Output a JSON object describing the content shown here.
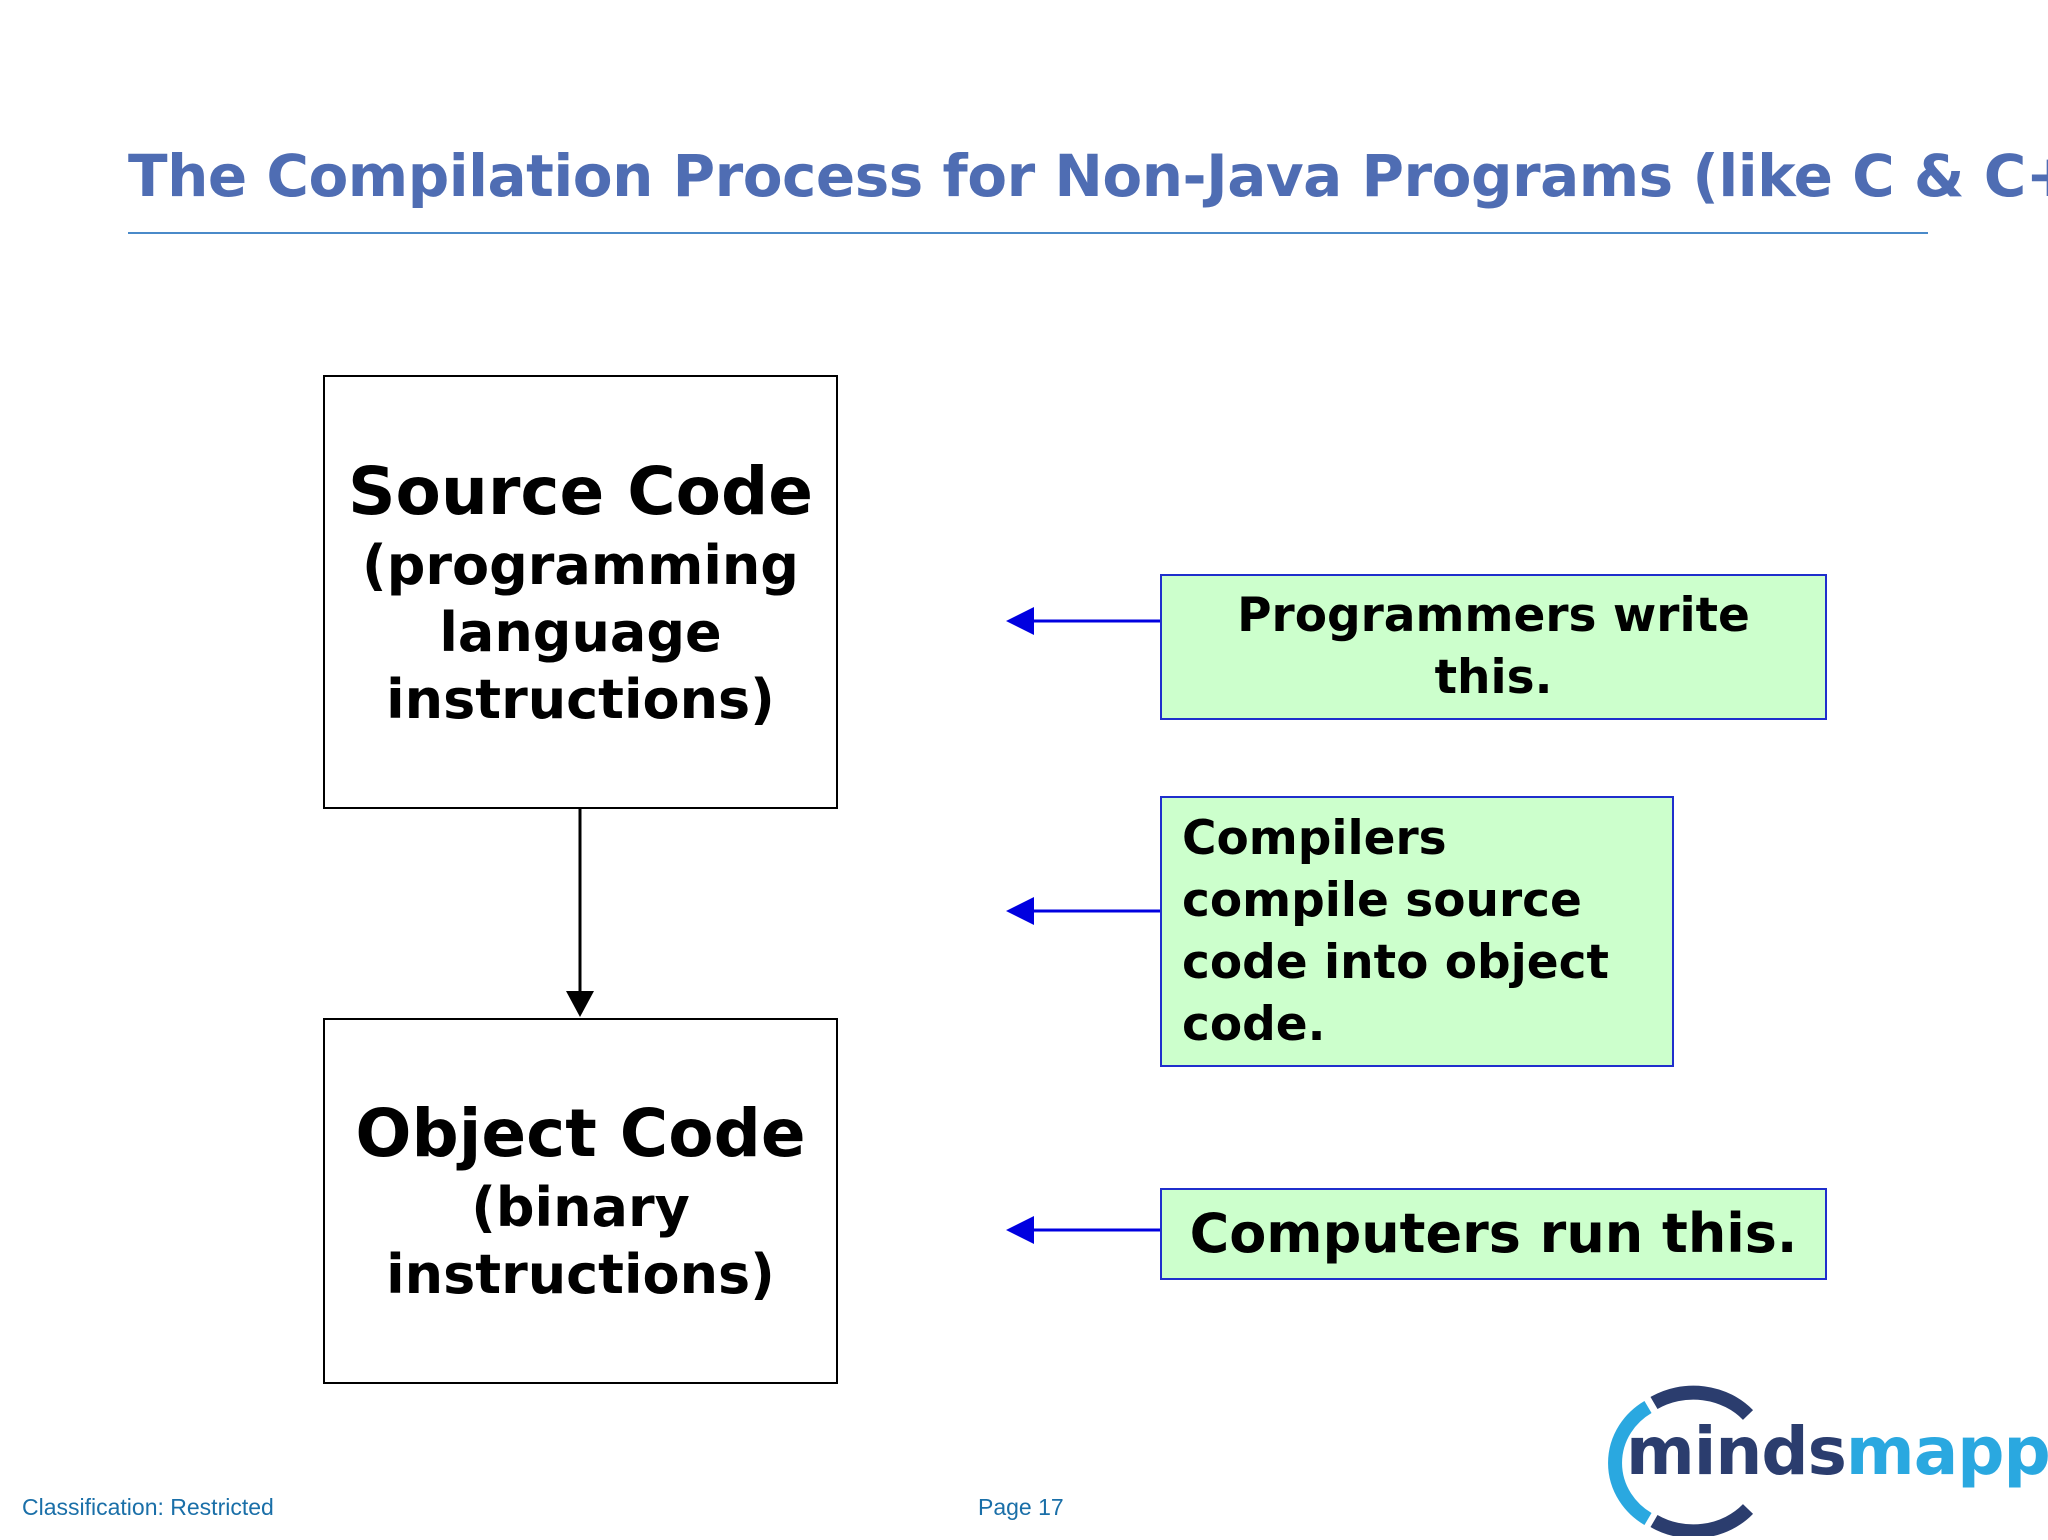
{
  "slide": {
    "title": "The Compilation Process for Non-Java Programs (like C & C++)"
  },
  "diagram": {
    "source_box": {
      "title": "Source Code",
      "subtitle": "(programming language instructions)"
    },
    "object_box": {
      "title": "Object Code",
      "subtitle": "(binary instructions)"
    },
    "notes": {
      "programmers": "Programmers write this.",
      "compilers": "Compilers compile source code into object code.",
      "computers": "Computers run this."
    }
  },
  "footer": {
    "classification": "Classification: Restricted",
    "page": "Page 17"
  },
  "logo": {
    "part1": "minds",
    "part2": "mapped"
  },
  "colors": {
    "title": "#4f6db3",
    "note_fill": "#ccffcc",
    "note_border": "#1f2fcc",
    "arrow_blue": "#0000e0",
    "footer_text": "#1a6fa8"
  }
}
